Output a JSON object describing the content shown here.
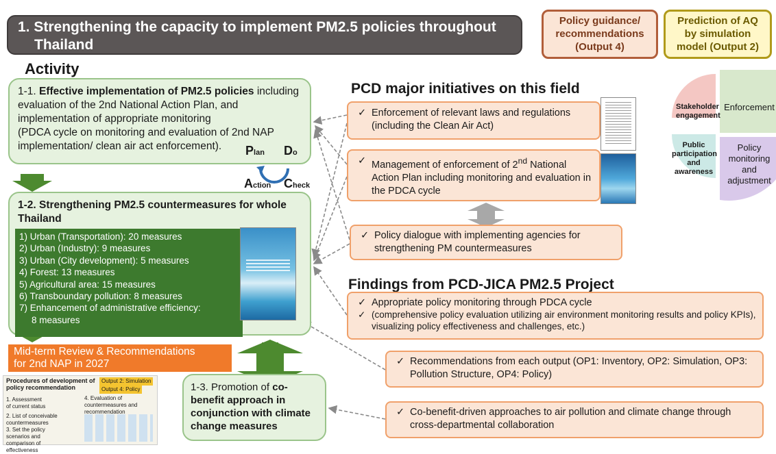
{
  "title": {
    "line1": "1. Strengthening the capacity to implement PM2.5 policies throughout",
    "line2": "Thailand"
  },
  "outputs": {
    "output4": [
      "Policy guidance/",
      "recommendations",
      "(Output 4)"
    ],
    "output2": [
      "Prediction of AQ",
      "by simulation",
      "model (Output 2)"
    ]
  },
  "activity_label": "Activity",
  "box_1_1": {
    "num": "1-1. ",
    "bold": "Effective implementation of PM2.5 policies",
    "rest": "including evaluation of the 2nd National Action Plan, and implementation of appropriate monitoring",
    "paren": " (PDCA cycle on monitoring and evaluation of 2nd NAP implementation/ clean air act enforcement)."
  },
  "pdca": {
    "plan_big": "P",
    "plan_small": "lan",
    "do_big": "D",
    "do_small": "o",
    "action_big": "A",
    "action_small": "ction",
    "check_big": "C",
    "check_small": "heck"
  },
  "box_1_2": {
    "num": "1-2. ",
    "bold": "Strengthening PM2.5 countermeasures for whole Thailand",
    "measures": [
      "1) Urban (Transportation): 20 measures",
      "2) Urban (Industry):  9 measures",
      "3) Urban (City development): 5 measures",
      "4) Forest: 13 measures",
      "5) Agricultural area: 15 measures",
      "6) Transboundary pollution: 8 measures",
      "7) Enhancement of administrative efficiency:",
      "8 measures"
    ]
  },
  "midterm": {
    "line1": "Mid-term Review & Recommendations",
    "line2": "for 2nd NAP in 2027"
  },
  "thumbnail": {
    "title": "Procedures of development of policy recommendation",
    "steps": [
      "1. Assessment of current status",
      "2. List of conceivable countermeasures",
      "3. Set the policy scenarios and comparison of effectiveness",
      "4. Evaluation of countermeasures and recommendation"
    ],
    "tags": [
      "Output 2: Simulation",
      "Output 4: Policy"
    ]
  },
  "box_1_3": {
    "num": "1-3. Promotion of ",
    "bold": "co-benefit approach in conjunction with climate change measures"
  },
  "pcd_heading": "PCD major initiatives on this field",
  "pcd_items": [
    "Enforcement of relevant laws and regulations (including the Clean Air Act)",
    "Management of enforcement of 2",
    "Policy dialogue with implementing agencies for strengthening PM countermeasures"
  ],
  "pcd_item2": {
    "pre": "Management of enforcement of 2",
    "sup": "nd",
    "post": " National Action Plan including monitoring and evaluation in the PDCA cycle"
  },
  "findings_heading": "Findings from PCD-JICA PM2.5 Project",
  "findings_items": [
    "Appropriate policy monitoring through PDCA cycle",
    "(comprehensive policy evaluation utilizing air environment monitoring results and policy KPIs), visualizing policy effectiveness and challenges, etc.)",
    "Recommendations from each output (OP1: Inventory, OP2: Simulation, OP3: Pollution Structure, OP4: Policy)",
    "Co-benefit-driven approaches to air pollution and climate change through cross-departmental collaboration"
  ],
  "quadrant": {
    "tl": [
      "Stakeholder",
      "engagement"
    ],
    "tr": "Enforcement",
    "bl": [
      "Public",
      "participation",
      "and awareness"
    ],
    "br": [
      "Policy",
      "monitoring",
      "and",
      "adjustment"
    ],
    "colors": {
      "tl": "#f4c7c3",
      "tr": "#d8e8cc",
      "bl": "#cce9e6",
      "br": "#d9c9ea"
    }
  }
}
